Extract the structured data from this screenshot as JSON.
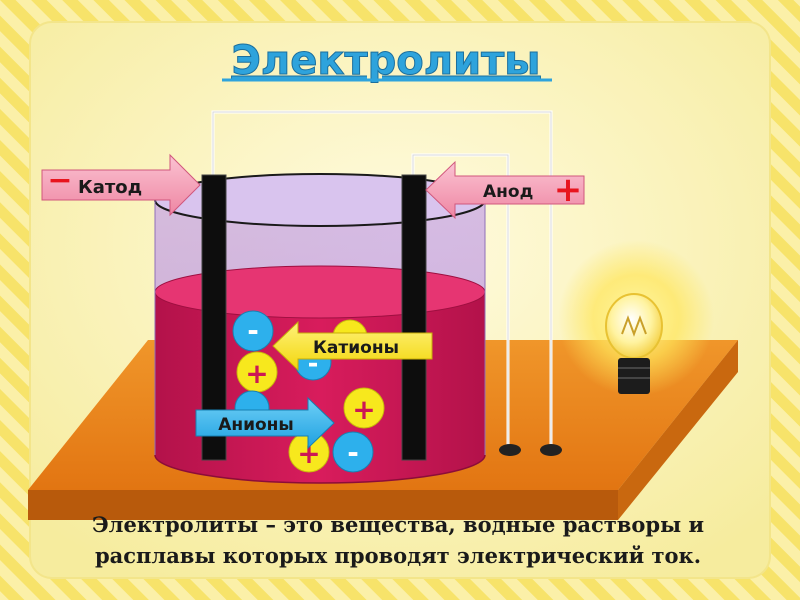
{
  "title": "Электролиты",
  "labels": {
    "cathode": "Катод",
    "anode": "Анод",
    "cations": "Катионы",
    "anions": "Анионы",
    "cathode_sign": "−",
    "anode_sign": "+"
  },
  "definition": {
    "line1": "Электролиты – это вещества, водные растворы и",
    "line2": "расплавы которых проводят электрический  ток."
  },
  "ions": {
    "plus": "+",
    "minus": "-"
  },
  "colors": {
    "background_stripe": "#f7e36a",
    "panel": "#fbf5c8",
    "title": "#2ea3dc",
    "solution": "#cc1755",
    "board": "#e87d16",
    "electrode": "#0d0d0d",
    "arrow_pink": "#f49ab3",
    "ion_positive": "#f7e81d",
    "ion_negative": "#2db0ec",
    "sign_red": "#e8141e"
  }
}
